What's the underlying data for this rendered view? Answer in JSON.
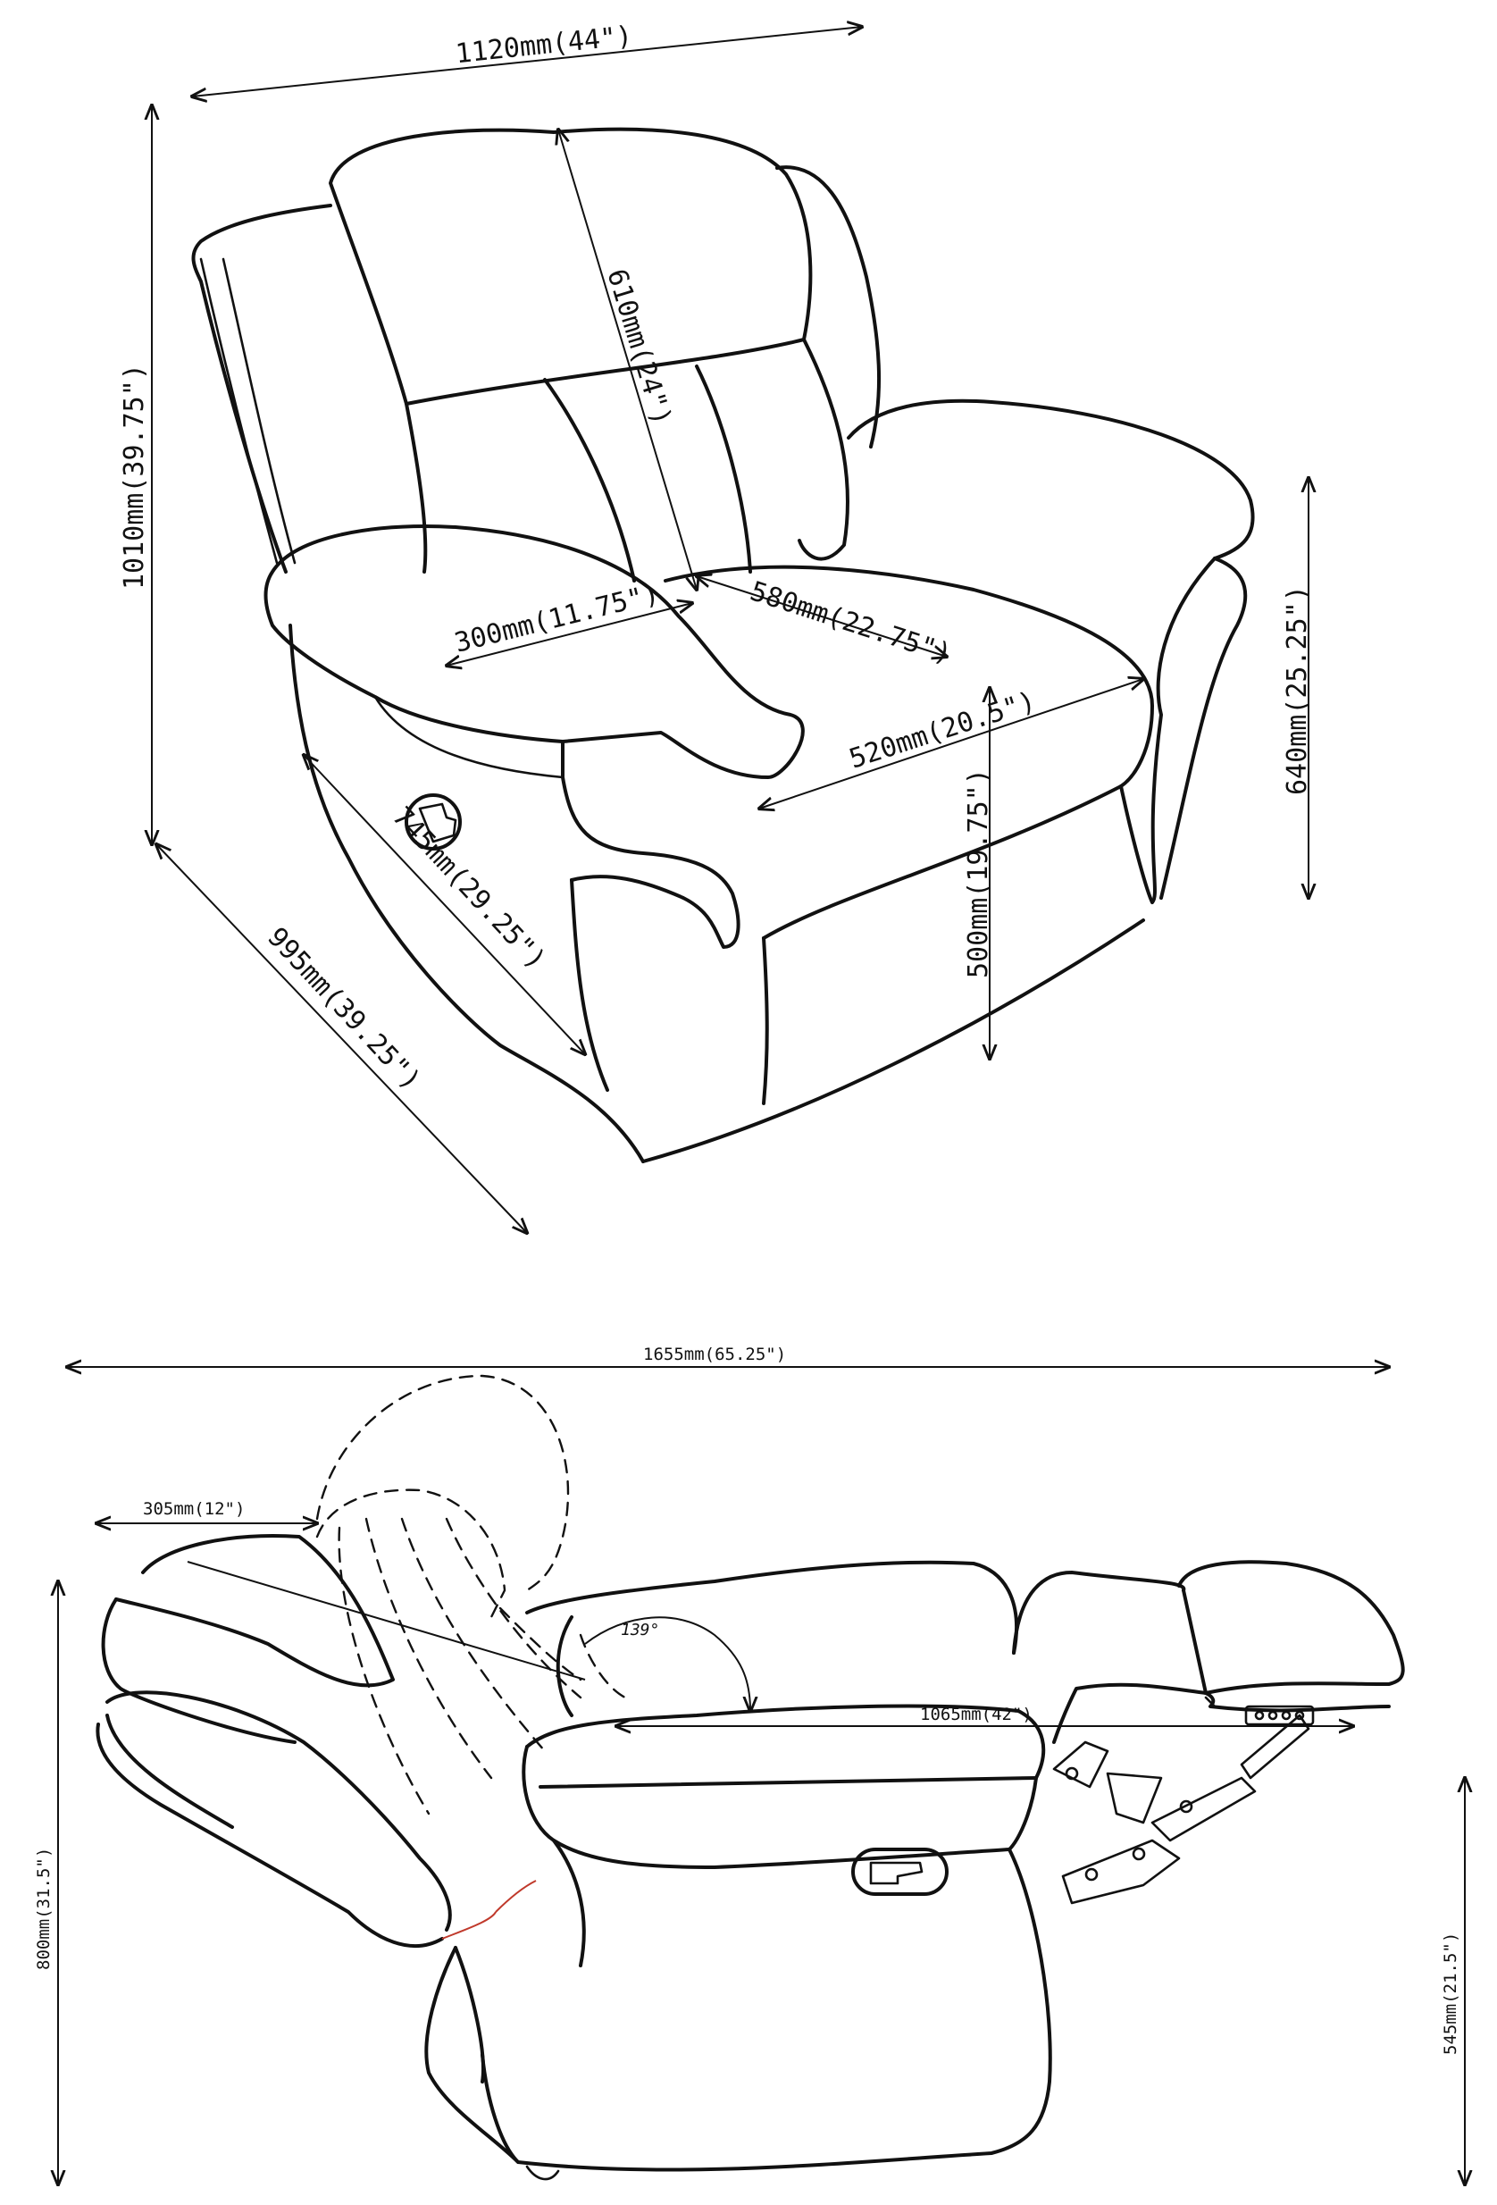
{
  "top_view": {
    "dimensions": {
      "width": "1120mm(44\")",
      "height": "1010mm(39.75\")",
      "back_height": "610mm(24\")",
      "arm_width": "300mm(11.75\")",
      "seat_depth_top": "580mm(22.75\")",
      "seat_width": "520mm(20.5\")",
      "arm_height": "640mm(25.25\")",
      "seat_height": "500mm(19.75\")",
      "side_depth": "745mm(29.25\")",
      "depth": "995mm(39.25\")"
    }
  },
  "side_view": {
    "dimensions": {
      "reclined_length": "1655mm(65.25\")",
      "wall_clearance": "305mm(12\")",
      "height": "800mm(31.5\")",
      "recline_angle": "139°",
      "seat_to_footrest": "1065mm(42\")",
      "arm_height": "545mm(21.5\")"
    }
  }
}
